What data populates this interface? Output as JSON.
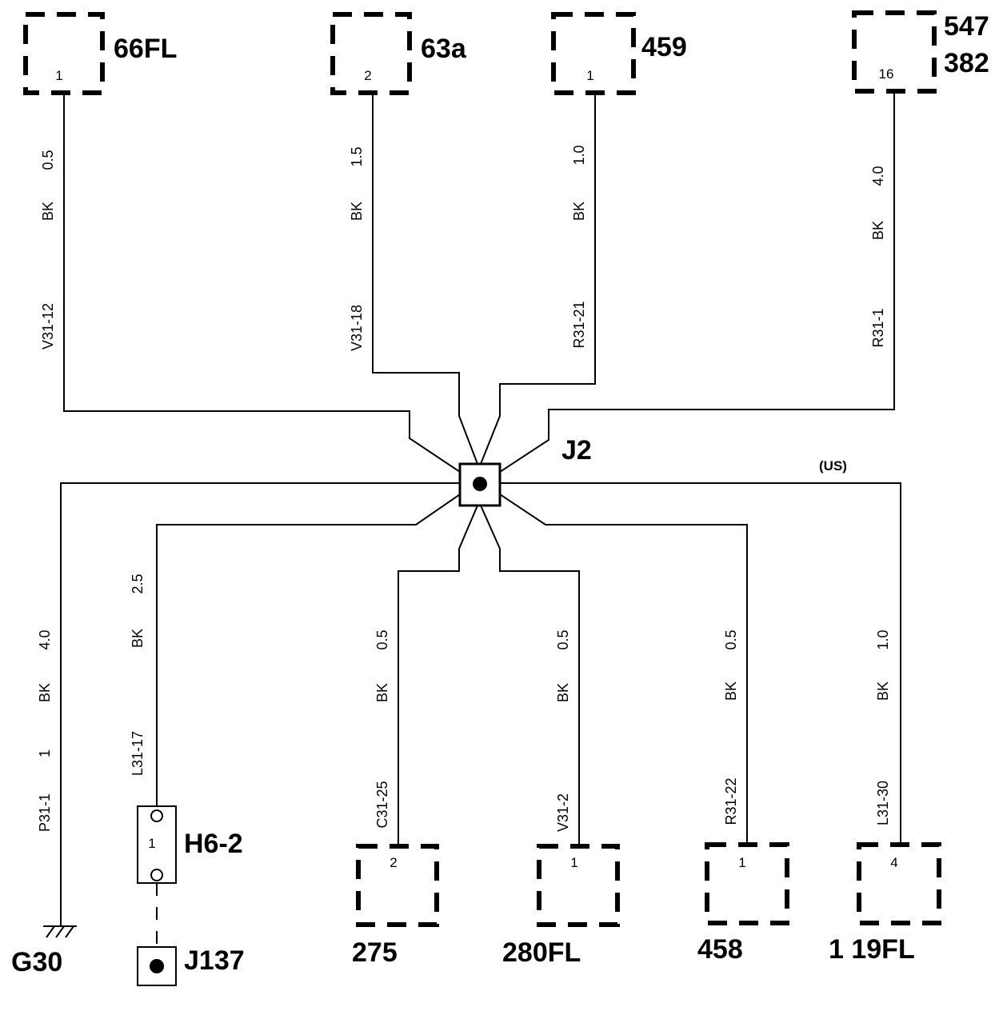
{
  "junction": {
    "name": "J2"
  },
  "connectors_top": [
    {
      "name": "66FL",
      "pin": "1",
      "wire": {
        "size": "0.5",
        "color": "BK",
        "circuit": "V31-12"
      }
    },
    {
      "name": "63a",
      "pin": "2",
      "wire": {
        "size": "1.5",
        "color": "BK",
        "circuit": "V31-18"
      }
    },
    {
      "name": "459",
      "pin": "1",
      "wire": {
        "size": "1.0",
        "color": "BK",
        "circuit": "R31-21"
      }
    },
    {
      "name": "547",
      "name2": "382",
      "pin": "16",
      "wire": {
        "size": "4.0",
        "color": "BK",
        "circuit": "R31-1"
      }
    }
  ],
  "connectors_bottom": [
    {
      "name": "275",
      "pin": "2",
      "wire": {
        "size": "0.5",
        "color": "BK",
        "circuit": "C31-25"
      }
    },
    {
      "name": "280FL",
      "pin": "1",
      "wire": {
        "size": "0.5",
        "color": "BK",
        "circuit": "V31-2"
      }
    },
    {
      "name": "458",
      "pin": "1",
      "wire": {
        "size": "0.5",
        "color": "BK",
        "circuit": "R31-22"
      }
    },
    {
      "name": "1 19FL",
      "pin": "4",
      "note": "(US)",
      "wire": {
        "size": "1.0",
        "color": "BK",
        "circuit": "L31-30"
      }
    }
  ],
  "ground": {
    "name": "G30",
    "wire": {
      "size": "4.0",
      "color": "BK",
      "count": "1",
      "circuit": "P31-1"
    }
  },
  "component_h6": {
    "name": "H6-2",
    "pin": "1",
    "wire": {
      "size": "2.5",
      "color": "BK",
      "circuit": "L31-17"
    }
  },
  "junction_j137": {
    "name": "J137"
  }
}
